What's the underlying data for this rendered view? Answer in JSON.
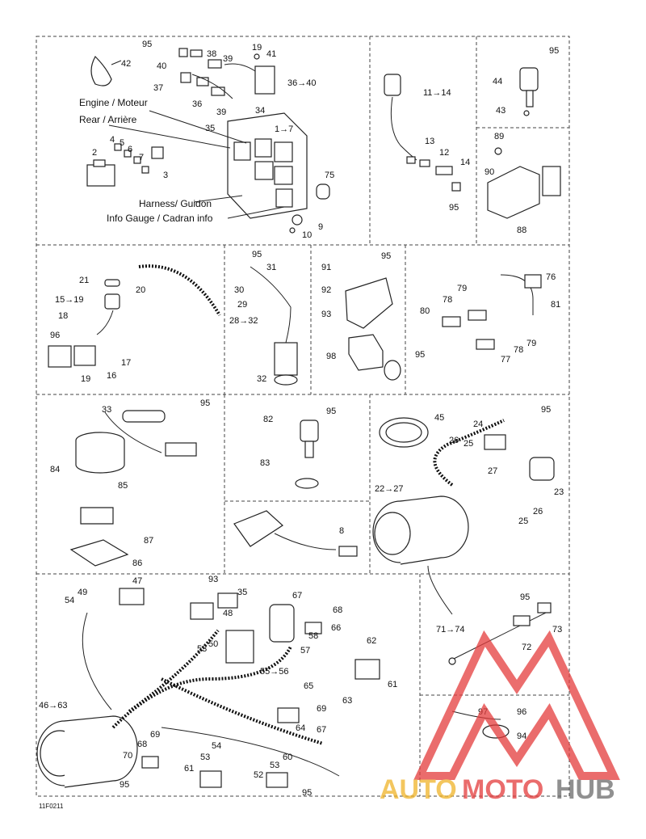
{
  "section_labels": {
    "engine": "Engine / Moteur",
    "rear": "Rear / Arrière",
    "harness": "Harness/ Guidon",
    "info_gauge": "Info Gauge / Cadran info"
  },
  "figure_code": "11F0211",
  "watermark": {
    "part1": "AUTO",
    "part2": "MOTO",
    "part3": "HUB"
  },
  "callouts": [
    "95",
    "42",
    "40",
    "38",
    "39",
    "19",
    "41",
    "36→40",
    "37",
    "36",
    "39",
    "34",
    "35",
    "1→7",
    "2",
    "4",
    "5",
    "6",
    "7",
    "3",
    "75",
    "9",
    "10",
    "11→14",
    "13",
    "12",
    "14",
    "95",
    "95",
    "44",
    "43",
    "89",
    "90",
    "88",
    "21",
    "20",
    "15→19",
    "18",
    "96",
    "17",
    "16",
    "19",
    "95",
    "31",
    "30",
    "29",
    "28→32",
    "32",
    "91",
    "95",
    "92",
    "93",
    "98",
    "76",
    "79",
    "78",
    "80",
    "81",
    "95",
    "77",
    "79",
    "78",
    "33",
    "95",
    "84",
    "85",
    "87",
    "86",
    "82",
    "95",
    "83",
    "8",
    "45",
    "24",
    "95",
    "25",
    "26",
    "23",
    "27",
    "22→27",
    "26",
    "25",
    "49",
    "47",
    "93",
    "35",
    "54",
    "67",
    "68",
    "66",
    "48",
    "50",
    "53",
    "57",
    "58",
    "46→63",
    "55→56",
    "62",
    "61",
    "65",
    "63",
    "64",
    "67",
    "69",
    "69",
    "68",
    "70",
    "54",
    "53",
    "60",
    "61",
    "52",
    "95",
    "95",
    "53",
    "95",
    "73",
    "71→74",
    "72",
    "97",
    "96",
    "94"
  ]
}
